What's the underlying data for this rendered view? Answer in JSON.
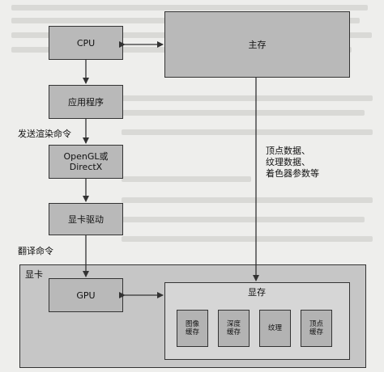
{
  "nodes": {
    "cpu": "CPU",
    "main_memory": "主存",
    "application": "应用程序",
    "api": "OpenGL或\nDirectX",
    "driver": "显卡驱动",
    "gpu_card": "显卡",
    "gpu": "GPU",
    "vram": "显存",
    "vram_items": [
      "图像\n缓存",
      "深度\n缓存",
      "纹理",
      "顶点\n缓存"
    ]
  },
  "edge_labels": {
    "send_render_cmd": "发送渲染命令",
    "translate_cmd": "翻译命令",
    "data_transfer": "顶点数据、\n纹理数据、\n着色器参数等"
  },
  "colors": {
    "box_fill": "#b9b9b9",
    "card_fill": "#c6c6c6",
    "vram_fill": "#d6d6d6",
    "stroke": "#333333"
  }
}
